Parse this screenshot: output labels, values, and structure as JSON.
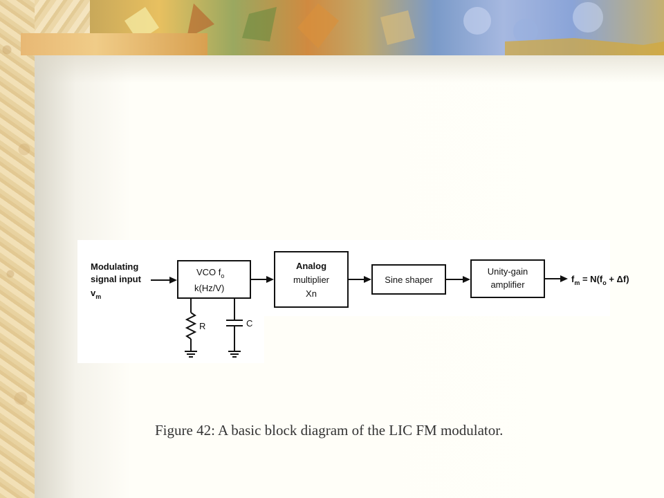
{
  "diagram": {
    "input_label_line1": "Modulating",
    "input_label_line2": "signal input",
    "input_symbol": "v",
    "input_symbol_sub": "m",
    "vco": {
      "line1": "VCO f",
      "line1_sub": "o",
      "line2": "k(Hz/V)"
    },
    "analog": {
      "line1": "Analog",
      "line2": "multiplier",
      "line3": "Xn"
    },
    "sine": {
      "label": "Sine shaper"
    },
    "amp": {
      "line1": "Unity-gain",
      "line2": "amplifier"
    },
    "output": {
      "f": "f",
      "f_sub": "m",
      "eq": " = N(f",
      "eq_sub": "o",
      "tail": " + Δf)"
    },
    "resistor_label": "R",
    "capacitor_label": "C"
  },
  "caption": "Figure 42: A basic block diagram of the LIC FM modulator.",
  "colors": {
    "line": "#111111",
    "caption": "#333333"
  }
}
